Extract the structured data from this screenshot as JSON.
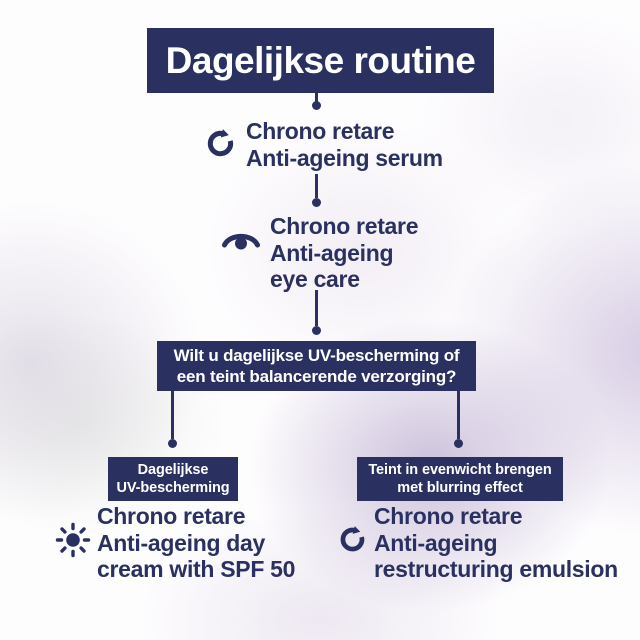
{
  "colors": {
    "navy": "#2a3160",
    "text_light": "#ffffff"
  },
  "title": {
    "label": "Dagelijkse routine"
  },
  "steps": {
    "serum": {
      "icon": "refresh-icon",
      "line1": "Chrono retare",
      "line2": "Anti-ageing serum"
    },
    "eye_care": {
      "icon": "eye-icon",
      "line1": "Chrono retare",
      "line2": "Anti-ageing",
      "line3": "eye care"
    }
  },
  "question": {
    "line1": "Wilt u dagelijkse UV-bescherming of",
    "line2": "een teint balancerende verzorging?"
  },
  "branches": {
    "left": {
      "label": {
        "line1": "Dagelijkse",
        "line2": "UV-bescherming"
      },
      "product": {
        "icon": "sun-icon",
        "line1": "Chrono retare",
        "line2": "Anti-ageing day",
        "line3": "cream with SPF 50"
      }
    },
    "right": {
      "label": {
        "line1": "Teint in evenwicht brengen",
        "line2": "met blurring effect"
      },
      "product": {
        "icon": "refresh-icon",
        "line1": "Chrono retare",
        "line2": "Anti-ageing",
        "line3": "restructuring emulsion"
      }
    }
  }
}
